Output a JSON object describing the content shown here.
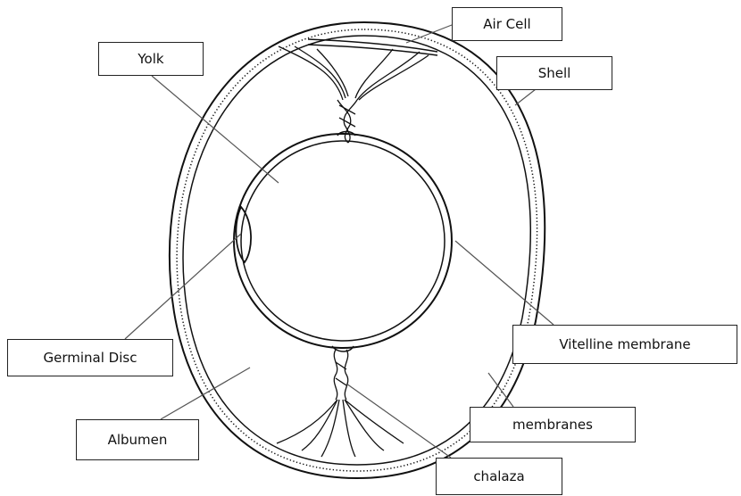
{
  "labels": {
    "air_cell": "Air Cell",
    "yolk": "Yolk",
    "shell": "Shell",
    "germinal_disc": "Germinal Disc",
    "vitelline_membrane": "Vitelline membrane",
    "albumen": "Albumen",
    "membranes": "membranes",
    "chalaza": "chalaza"
  }
}
